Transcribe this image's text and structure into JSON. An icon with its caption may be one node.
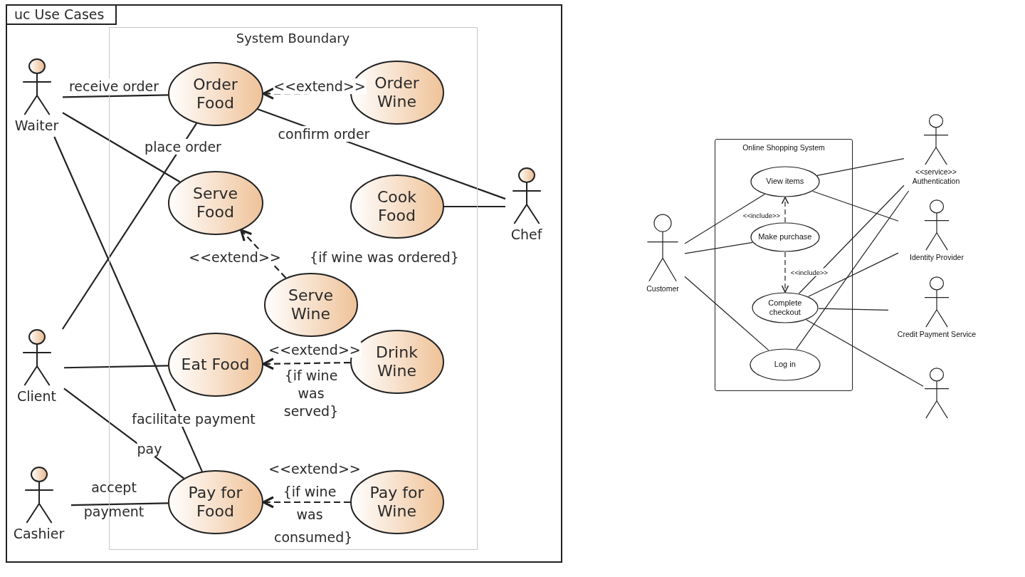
{
  "diagram": {
    "nodes": [
      {
        "text": [
          "uc Use Cases"
        ]
      },
      {
        "text": [
          "System Boundary"
        ],
        "in": 0
      },
      {
        "text": [
          "Waiter"
        ],
        "in": 0
      },
      {
        "text": [
          "Client"
        ],
        "in": 0
      },
      {
        "text": [
          "Cashier"
        ],
        "in": 0
      },
      {
        "text": [
          "Chef"
        ],
        "in": 0
      },
      {
        "text": [
          "Order Food"
        ],
        "in": 1
      },
      {
        "text": [
          "Order Wine"
        ],
        "in": 1
      },
      {
        "text": [
          "Serve Food"
        ],
        "in": 1
      },
      {
        "text": [
          "Cook Food"
        ],
        "in": 1
      },
      {
        "text": [
          "Serve Wine"
        ],
        "in": 1
      },
      {
        "text": [
          "Eat Food"
        ],
        "in": 1
      },
      {
        "text": [
          "Drink Wine"
        ],
        "in": 1
      },
      {
        "text": [
          "Pay for Food"
        ],
        "in": 1
      },
      {
        "text": [
          "Pay for Wine"
        ],
        "in": 1
      },
      {
        "text": [
          "Online Shopping System"
        ]
      },
      {
        "text": [
          "View items"
        ],
        "in": 15
      },
      {
        "text": [
          "Make purchase"
        ],
        "in": 15
      },
      {
        "text": [
          "Complete checkout"
        ],
        "in": 15
      },
      {
        "text": [
          "Log in"
        ],
        "in": 15
      },
      {
        "text": [
          "Customer"
        ]
      },
      {
        "text": [
          "<<service>> Authentication"
        ]
      },
      {
        "text": [
          "Identity Provider"
        ]
      },
      {
        "text": [
          "Credit Payment Service"
        ]
      },
      {
        "text": [],
        "shape": "person"
      }
    ],
    "edges": [
      {
        "from": 2,
        "to": 6,
        "arrow": "none",
        "label": "receive order"
      },
      {
        "from": 3,
        "to": 6,
        "arrow": "none",
        "label": "place order"
      },
      {
        "from": 2,
        "to": 8,
        "arrow": "none"
      },
      {
        "from": 2,
        "to": 13,
        "arrow": "none",
        "label": "facilitate payment"
      },
      {
        "from": 6,
        "to": 5,
        "arrow": "none",
        "label": "confirm order"
      },
      {
        "from": 9,
        "to": 5,
        "arrow": "none"
      },
      {
        "from": 7,
        "to": 6,
        "arrow": "to",
        "style": "dashed",
        "label": "<<extend>>"
      },
      {
        "from": 10,
        "to": 8,
        "arrow": "to",
        "style": "dashed",
        "label": "<<extend>>"
      },
      {
        "from": 3,
        "to": 11,
        "arrow": "none"
      },
      {
        "from": 3,
        "to": 13,
        "arrow": "none",
        "label": "pay"
      },
      {
        "from": 12,
        "to": 11,
        "arrow": "to",
        "style": "dashed",
        "label": "<<extend>>"
      },
      {
        "from": 4,
        "to": 13,
        "arrow": "none",
        "label": "accept payment"
      },
      {
        "from": 14,
        "to": 13,
        "arrow": "to",
        "style": "dashed",
        "label": "<<extend>>"
      },
      {
        "from": 20,
        "to": 16,
        "arrow": "none"
      },
      {
        "from": 20,
        "to": 17,
        "arrow": "none"
      },
      {
        "from": 20,
        "to": 19,
        "arrow": "none"
      },
      {
        "from": 17,
        "to": 16,
        "arrow": "to",
        "style": "dashed",
        "label": "<<include>>"
      },
      {
        "from": 17,
        "to": 18,
        "arrow": "to",
        "style": "dashed",
        "label": "<<include>>"
      },
      {
        "from": 16,
        "to": 21,
        "arrow": "none"
      },
      {
        "from": 16,
        "to": 22,
        "arrow": "none"
      },
      {
        "from": 18,
        "to": 21,
        "arrow": "none"
      },
      {
        "from": 18,
        "to": 22,
        "arrow": "none"
      },
      {
        "from": 18,
        "to": 23,
        "arrow": "none"
      },
      {
        "from": 18,
        "to": 24,
        "arrow": "none"
      },
      {
        "from": 19,
        "to": 21,
        "arrow": "none"
      }
    ],
    "labels": [
      "{if wine was ordered}",
      "{if wine was served}",
      "{if wine was consumed}"
    ]
  }
}
